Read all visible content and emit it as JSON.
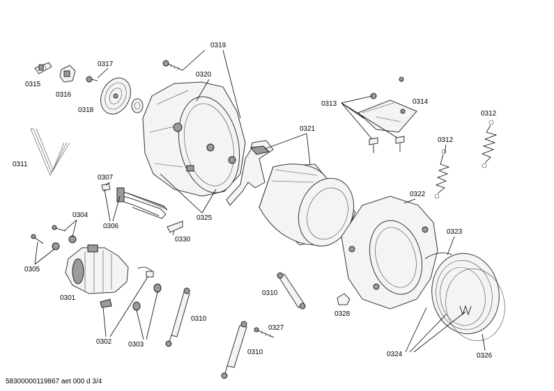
{
  "labels": {
    "p0319": "0319",
    "p0317": "0317",
    "p0315": "0315",
    "p0316": "0316",
    "p0318": "0318",
    "p0320": "0320",
    "p0313": "0313",
    "p0314": "0314",
    "p0312a": "0312",
    "p0312b": "0312",
    "p0321": "0321",
    "p0311": "0311",
    "p0307": "0307",
    "p0304": "0304",
    "p0306": "0306",
    "p0325": "0325",
    "p0322": "0322",
    "p0330": "0330",
    "p0323": "0323",
    "p0305": "0305",
    "p0310a": "0310",
    "p0301": "0301",
    "p0328": "0328",
    "p0310b": "0310",
    "p0327": "0327",
    "p0302": "0302",
    "p0303": "0303",
    "p0324": "0324",
    "p0326": "0326",
    "p0310c": "0310"
  },
  "footer": "58300000119867 aet 000 d 3/4"
}
